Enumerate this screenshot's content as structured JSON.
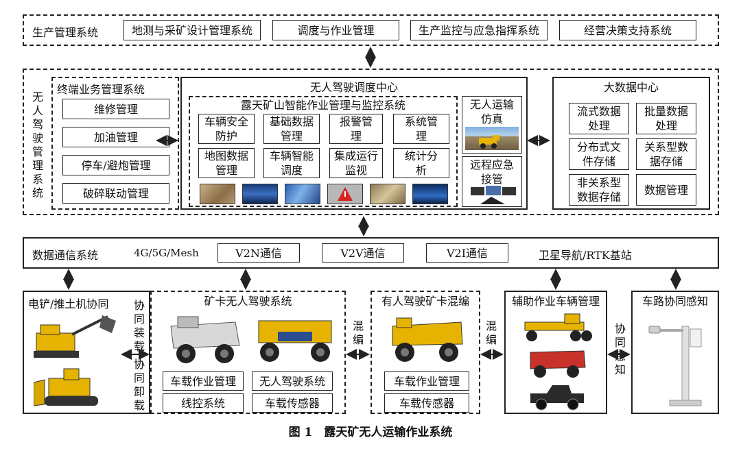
{
  "production_system": {
    "title": "生产管理系统",
    "modules": [
      "地测与采矿设计管理系统",
      "调度与作业管理",
      "生产监控与应急指挥系统",
      "经营决策支持系统"
    ]
  },
  "unmanned_mgmt": {
    "vertical_title": "无人驾驶管理系统",
    "terminal": {
      "title": "终端业务管理系统",
      "items": [
        "维修管理",
        "加油管理",
        "停车/避炮管理",
        "破碎联动管理"
      ]
    },
    "dispatch_center": {
      "title": "无人驾驶调度中心",
      "monitor": {
        "title": "露天矿山智能作业管理与监控系统",
        "cells": [
          "车辆安全防护",
          "基础数据管理",
          "报警管理",
          "系统管理",
          "地图数据管理",
          "车辆智能调度",
          "集成运行监视",
          "统计分析"
        ]
      },
      "simulation": "无人运输仿真",
      "remote": "远程应急接管"
    },
    "bigdata": {
      "title": "大数据中心",
      "cells": [
        "流式数据处理",
        "批量数据处理",
        "分布式文件存储",
        "关系型数据存储",
        "非关系型数据存储",
        "数据管理"
      ]
    }
  },
  "comm": {
    "title": "数据通信系统",
    "tech": "4G/5G/Mesh",
    "items": [
      "V2N通信",
      "V2V通信",
      "V2I通信"
    ],
    "satellite": "卫星导航/RTK基站"
  },
  "bottom": {
    "shovel": {
      "title": "电铲/推土机协同",
      "side_top": "协同装载",
      "side_bottom": "协同卸载"
    },
    "autonomous": {
      "title": "矿卡无人驾驶系统",
      "items": [
        "车载作业管理",
        "无人驾驶系统",
        "线控系统",
        "车载传感器"
      ]
    },
    "link_mixed1": "混编",
    "mixed": {
      "title": "有人驾驶矿卡混编",
      "items": [
        "车载作业管理",
        "车载传感器"
      ]
    },
    "link_mixed2": "混编",
    "aux": {
      "title": "辅助作业车辆管理"
    },
    "link_perceive": "协同感知",
    "road": {
      "title": "车路协同感知"
    }
  },
  "caption": "图 1　露天矿无人运输作业系统",
  "colors": {
    "line": "#222222",
    "truck_yellow": "#e6b400",
    "truck_white": "#d8d8d8",
    "red_vehicle": "#c8322a"
  }
}
